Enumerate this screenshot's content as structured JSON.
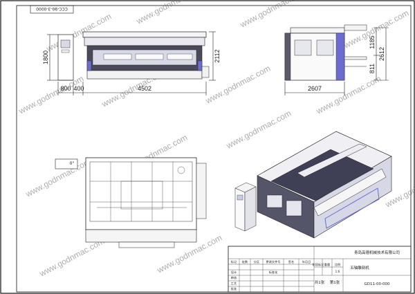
{
  "drawing_number_rotated": "CCC-90-3-0000",
  "watermark": "www.godnmac.com",
  "front_view": {
    "dim_height_cabinet": "1800",
    "dim_height_machine": "2112",
    "dim_width_cabinet": "800",
    "dim_gap": "400",
    "dim_width_machine": "4502"
  },
  "side_view": {
    "dim_upper": "1185",
    "dim_total_height": "2612",
    "dim_lower": "811",
    "dim_width": "2607"
  },
  "top_view": {
    "small_detail_label": "0°"
  },
  "title_block": {
    "company": "青岛高德机械技术有限公司",
    "product": "五轴雕刻机",
    "drawing_code": "GD11-00-000",
    "sheet_total": "共1张",
    "sheet_index": "第1张",
    "scale": "1:6",
    "header_cells": [
      "标记",
      "处数",
      "分区",
      "更改文件号",
      "签名",
      "年月日"
    ],
    "row_labels": [
      "设计",
      "审核",
      "工艺",
      "批准"
    ],
    "row_values": [
      "",
      "",
      "",
      ""
    ],
    "small_cells": [
      "阶段标记",
      "重量",
      "比例"
    ],
    "std_label": "标准化"
  }
}
